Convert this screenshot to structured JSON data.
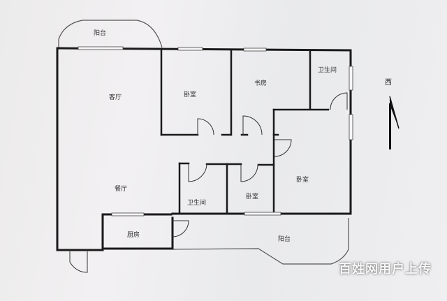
{
  "floorplan": {
    "rooms": {
      "balcony_top": "阳台",
      "living_room": "客厅",
      "bedroom_north": "卧室",
      "study": "书房",
      "bathroom_north": "卫生间",
      "dining_room": "餐厅",
      "bathroom_middle": "卫生间",
      "bedroom_small": "卧室",
      "bedroom_east": "卧室",
      "kitchen": "厨房",
      "balcony_bottom": "阳台"
    },
    "compass": {
      "label": "西",
      "icon": "north-arrow-icon"
    }
  },
  "watermark": {
    "text": "百姓网用户上传"
  },
  "colors": {
    "wall": "#1a1a1a",
    "thin_line": "#555555",
    "background": "#efeef0"
  }
}
